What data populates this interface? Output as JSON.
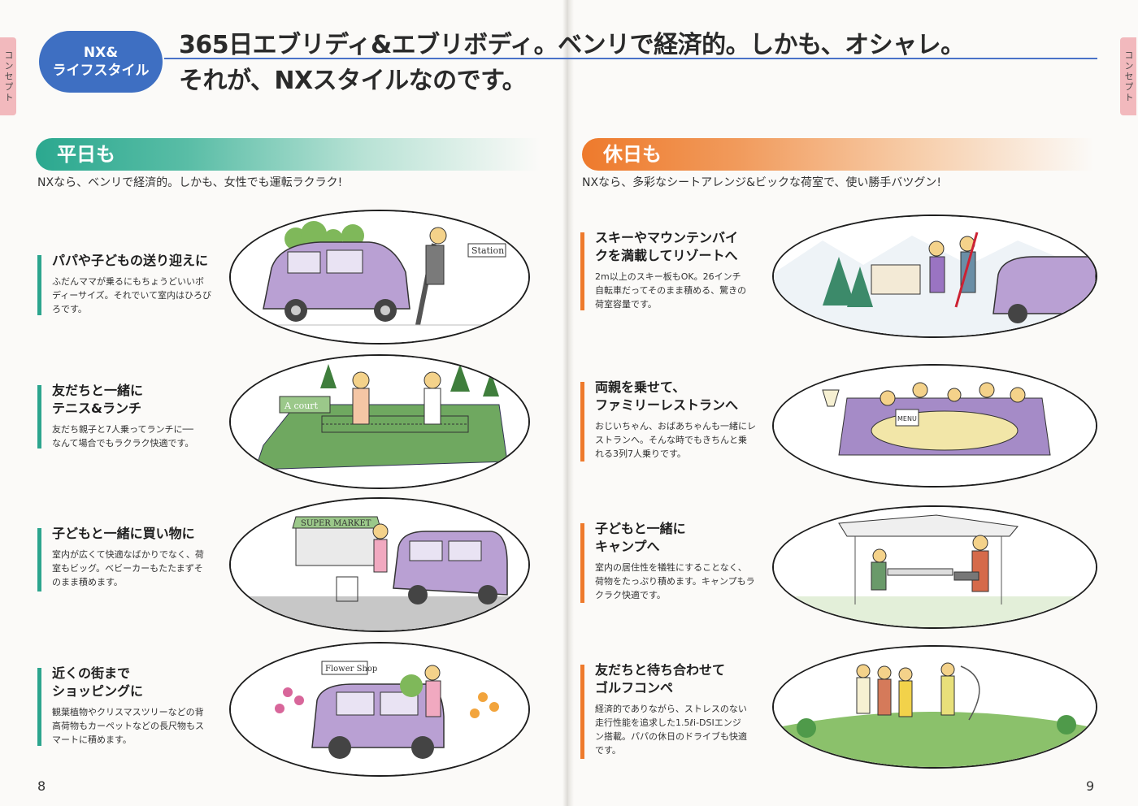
{
  "side_tab": "コンセプト",
  "badge": {
    "line1": "NX&",
    "line2": "ライフスタイル"
  },
  "headline": {
    "line1": "365日エブリディ&エブリボディ。ベンリで経済的。しかも、オシャレ。",
    "line2": "それが、NXスタイルなのです。"
  },
  "weekday": {
    "title": "平日も",
    "subtitle": "NXなら、ベンリで経済的。しかも、女性でも運転ラクラク!",
    "items": [
      {
        "title": "パパや子どもの送り迎えに",
        "desc": "ふだんママが乗るにもちょうどいいボ\nディーサイズ。それでいて室内はひろび\nろです。",
        "sign": "Station"
      },
      {
        "title": "友だちと一緒に\nテニス&ランチ",
        "desc": "友だち親子と7人乗ってランチに──\nなんて場合でもラクラク快適です。",
        "sign": "A court"
      },
      {
        "title": "子どもと一緒に買い物に",
        "desc": "室内が広くて快適なばかりでなく、荷\n室もビッグ。ベビーカーもたたまずそ\nのまま積めます。",
        "sign": "SUPER MARKET"
      },
      {
        "title": "近くの街まで\nショッピングに",
        "desc": "観葉植物やクリスマスツリーなどの背\n高荷物もカーペットなどの長尺物もス\nマートに積めます。",
        "sign": "Flower Shop"
      }
    ]
  },
  "holiday": {
    "title": "休日も",
    "subtitle": "NXなら、多彩なシートアレンジ&ビックな荷室で、使い勝手バツグン!",
    "items": [
      {
        "title": "スキーやマウンテンバイ\nクを満載してリゾートへ",
        "desc": "2m以上のスキー板もOK。26インチ\n自転車だってそのまま積める、驚きの\n荷室容量です。"
      },
      {
        "title": "両親を乗せて、\nファミリーレストランへ",
        "desc": "おじいちゃん、おばあちゃんも一緒にレ\nストランへ。そんな時でもきちんと乗\nれる3列7人乗りです。",
        "sign": "MENU"
      },
      {
        "title": "子どもと一緒に\nキャンプへ",
        "desc": "室内の居住性を犠牲にすることなく、\n荷物をたっぷり積めます。キャンプもラ\nクラク快適です。"
      },
      {
        "title": "友だちと待ち合わせて\nゴルフコンペ",
        "desc": "経済的でありながら、ストレスのない\n走行性能を追求した1.5ℓi-DSIエンジ\nン搭載。パパの休日のドライブも快適\nです。"
      }
    ]
  },
  "page_numbers": {
    "left": "8",
    "right": "9"
  },
  "colors": {
    "weekday": "#2ca58e",
    "holiday": "#ee7a2c",
    "badge": "#3e6fc2",
    "car": "#b9a0d3"
  }
}
